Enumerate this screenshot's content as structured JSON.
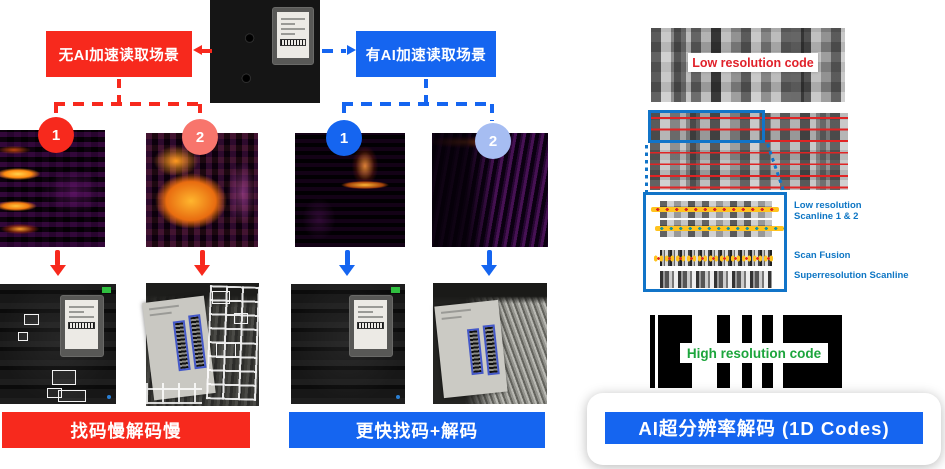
{
  "left_flow": {
    "box_label": "无AI加速读取场景",
    "steps": [
      "1",
      "2"
    ],
    "banner": "找码慢解码慢"
  },
  "right_flow": {
    "box_label": "有AI加速读取场景",
    "steps": [
      "1",
      "2"
    ],
    "banner": "更快找码+解码"
  },
  "ai_panel": {
    "low_res_code_label": "Low resolution code",
    "annotations": [
      "Low resolution Scanline 1 & 2",
      "Scan Fusion",
      "Superresolution Scanline"
    ],
    "high_res_code_label": "High resolution code",
    "banner": "AI超分辨率解码 (1D Codes)"
  },
  "colors": {
    "red": "#f7291d",
    "light_red": "#f8756c",
    "blue": "#1565f0",
    "light_blue": "#a6bdf2",
    "panel_blue": "#1174c8",
    "scanline_red": "#e02424",
    "scanline_yellow": "#ffc31f",
    "low_res_text_red": "#e0212a",
    "high_res_text_green": "#1ca53c"
  }
}
